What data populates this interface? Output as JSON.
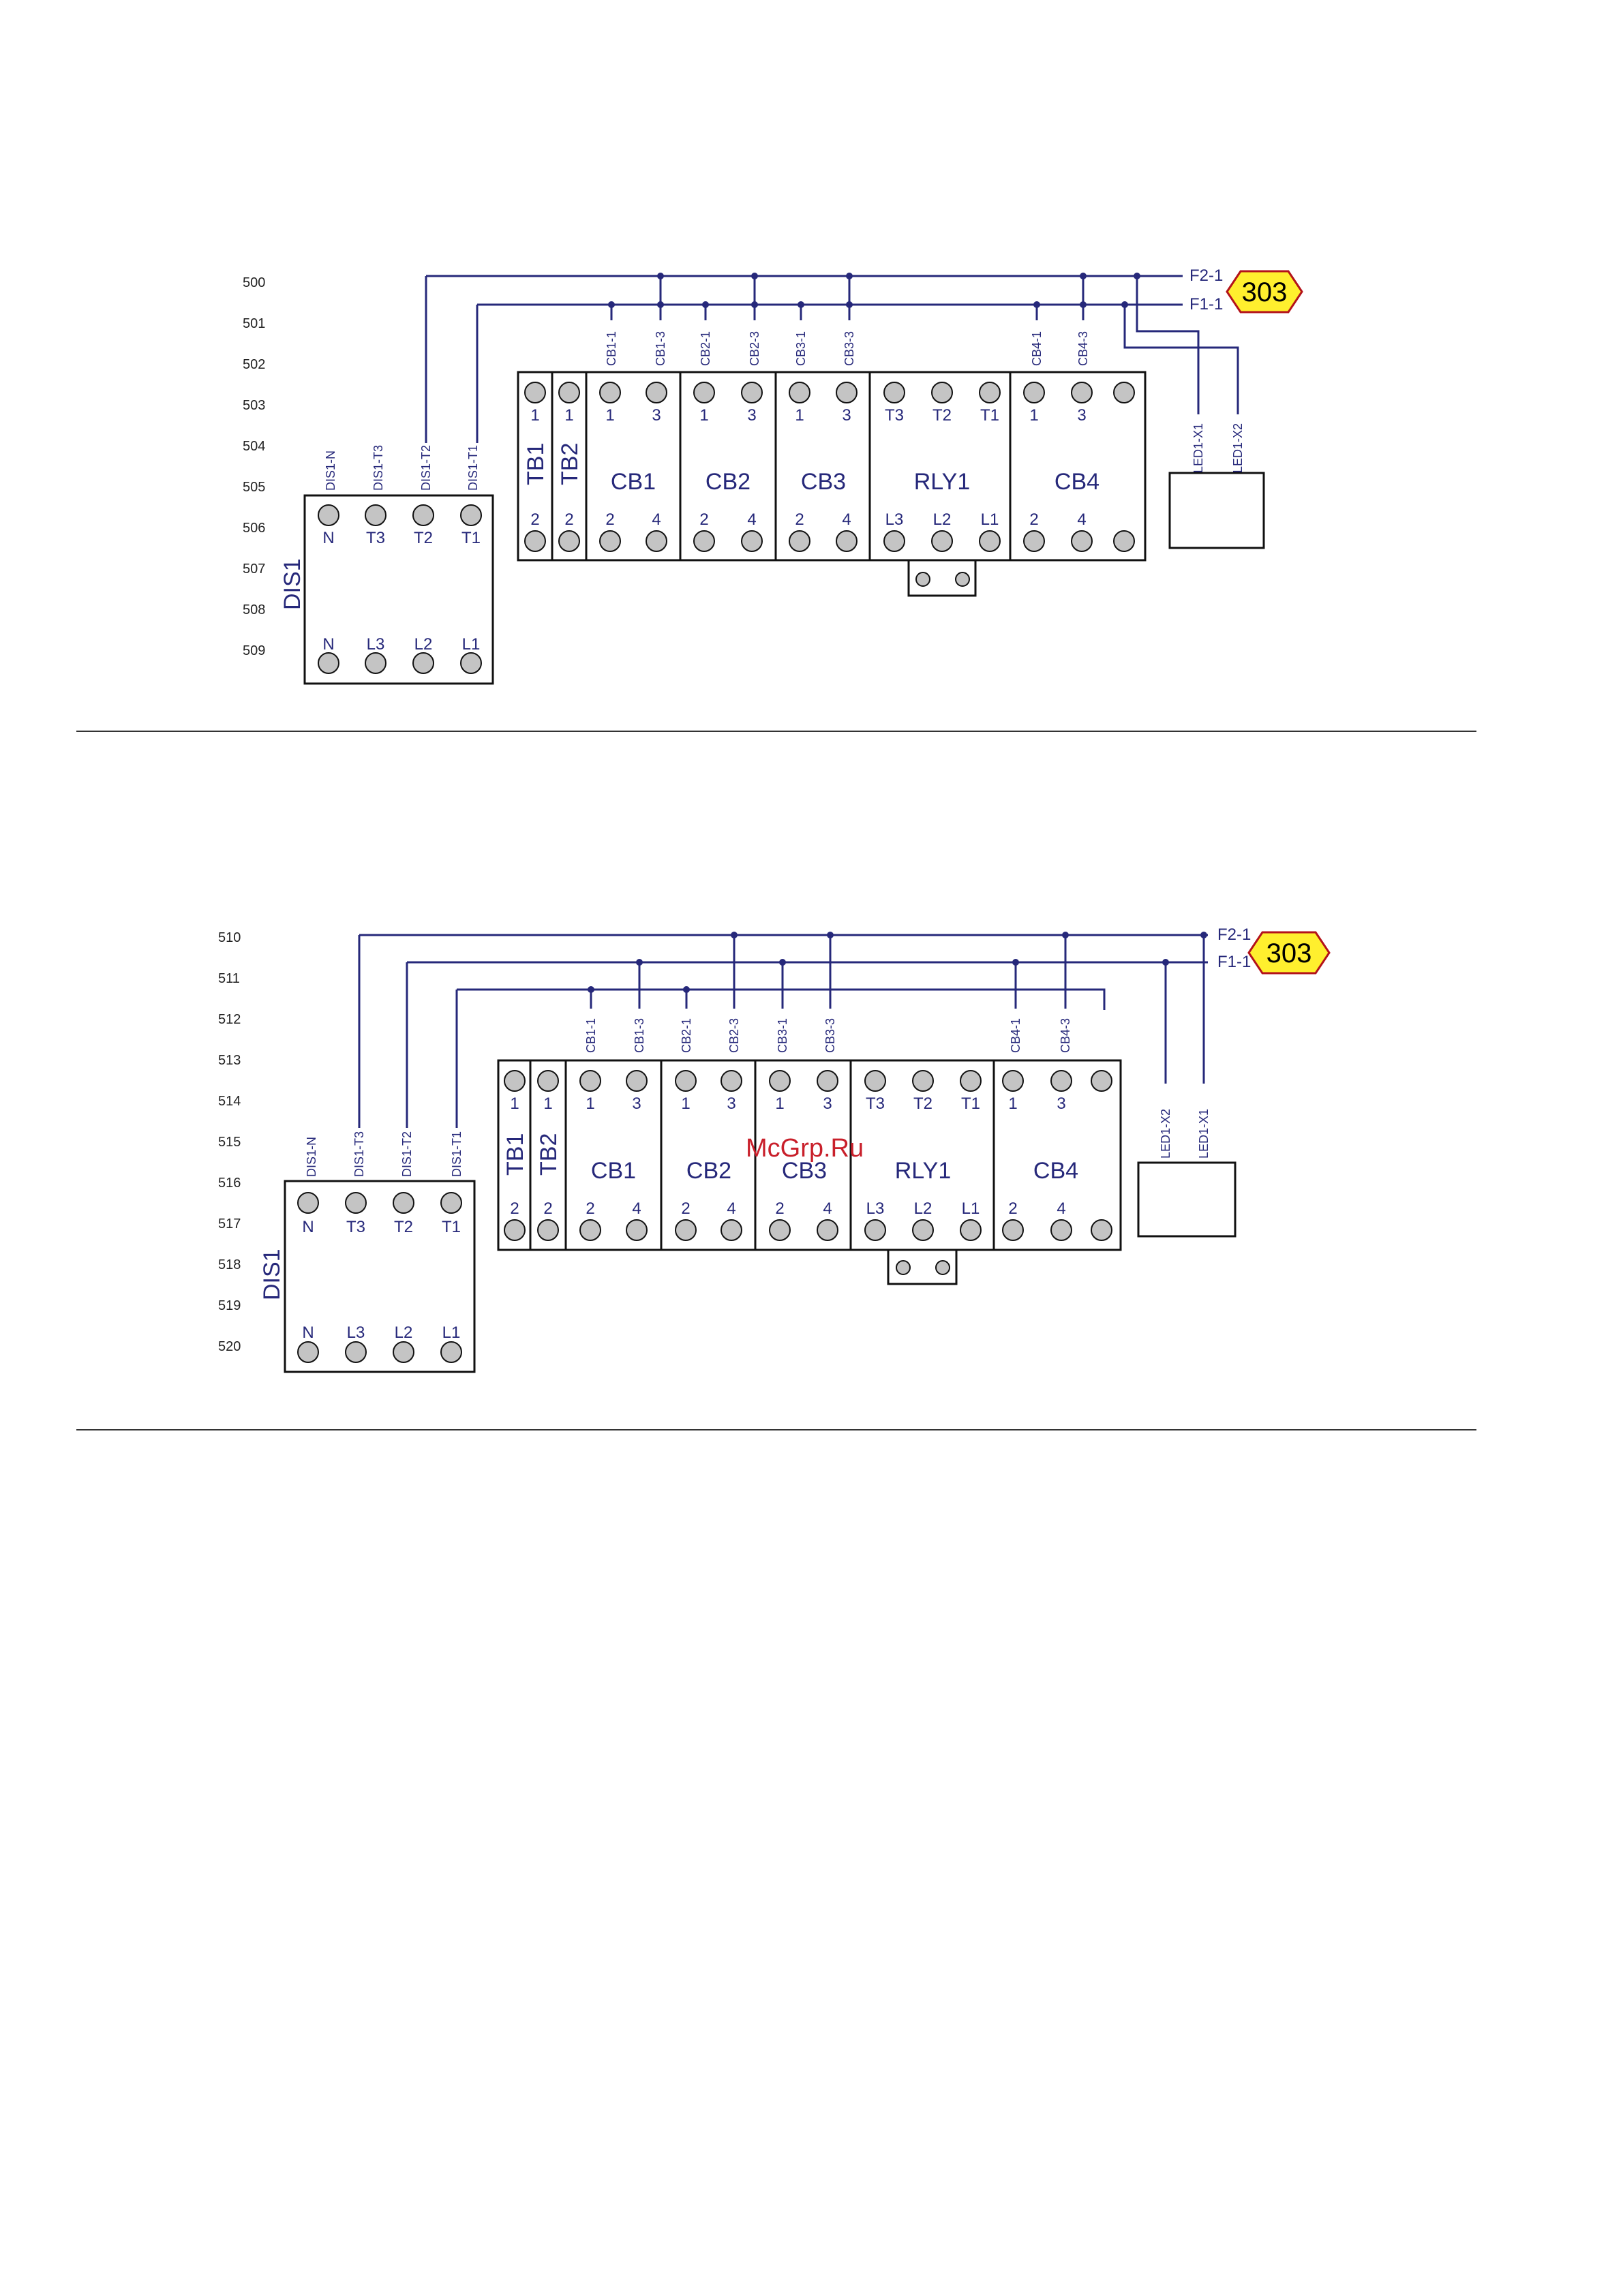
{
  "watermark": "McGrp.Ru",
  "diagrams": [
    {
      "id": "top",
      "row_numbers": [
        "500",
        "501",
        "502",
        "503",
        "504",
        "505",
        "506",
        "507",
        "508",
        "509"
      ],
      "bus_labels": [
        "F2-1",
        "F1-1"
      ],
      "reference_tag": "303",
      "disconnector": {
        "name": "DIS1",
        "top_terminals": [
          "N",
          "T3",
          "T2",
          "T1"
        ],
        "bottom_terminals": [
          "N",
          "L3",
          "L2",
          "L1"
        ],
        "wire_labels": [
          "DIS1-N",
          "DIS1-T3",
          "DIS1-T2",
          "DIS1-T1"
        ]
      },
      "modules": [
        {
          "name": "TB1",
          "top": [
            "1"
          ],
          "bottom": [
            "2"
          ]
        },
        {
          "name": "TB2",
          "top": [
            "1"
          ],
          "bottom": [
            "2"
          ]
        },
        {
          "name": "CB1",
          "top": [
            "1",
            "3"
          ],
          "bottom": [
            "2",
            "4"
          ]
        },
        {
          "name": "CB2",
          "top": [
            "1",
            "3"
          ],
          "bottom": [
            "2",
            "4"
          ]
        },
        {
          "name": "CB3",
          "top": [
            "1",
            "3"
          ],
          "bottom": [
            "2",
            "4"
          ]
        },
        {
          "name": "RLY1",
          "top": [
            "T3",
            "T2",
            "T1"
          ],
          "bottom": [
            "L3",
            "L2",
            "L1"
          ]
        },
        {
          "name": "CB4",
          "top": [
            "1",
            "3",
            ""
          ],
          "bottom": [
            "2",
            "4",
            ""
          ]
        }
      ],
      "wire_labels": [
        "CB1-1",
        "CB1-3",
        "CB2-1",
        "CB2-3",
        "CB3-1",
        "CB3-3",
        "CB4-1",
        "CB4-3"
      ],
      "led_labels": [
        "LED1-X1",
        "LED1-X2"
      ]
    },
    {
      "id": "bottom",
      "row_numbers": [
        "510",
        "511",
        "512",
        "513",
        "514",
        "515",
        "516",
        "517",
        "518",
        "519",
        "520"
      ],
      "bus_labels": [
        "F2-1",
        "F1-1"
      ],
      "reference_tag": "303",
      "disconnector": {
        "name": "DIS1",
        "top_terminals": [
          "N",
          "T3",
          "T2",
          "T1"
        ],
        "bottom_terminals": [
          "N",
          "L3",
          "L2",
          "L1"
        ],
        "wire_labels": [
          "DIS1-N",
          "DIS1-T3",
          "DIS1-T2",
          "DIS1-T1"
        ]
      },
      "modules": [
        {
          "name": "TB1",
          "top": [
            "1"
          ],
          "bottom": [
            "2"
          ]
        },
        {
          "name": "TB2",
          "top": [
            "1"
          ],
          "bottom": [
            "2"
          ]
        },
        {
          "name": "CB1",
          "top": [
            "1",
            "3"
          ],
          "bottom": [
            "2",
            "4"
          ]
        },
        {
          "name": "CB2",
          "top": [
            "1",
            "3"
          ],
          "bottom": [
            "2",
            "4"
          ]
        },
        {
          "name": "CB3",
          "top": [
            "1",
            "3"
          ],
          "bottom": [
            "2",
            "4"
          ]
        },
        {
          "name": "RLY1",
          "top": [
            "T3",
            "T2",
            "T1"
          ],
          "bottom": [
            "L3",
            "L2",
            "L1"
          ]
        },
        {
          "name": "CB4",
          "top": [
            "1",
            "3",
            ""
          ],
          "bottom": [
            "2",
            "4",
            ""
          ]
        }
      ],
      "wire_labels": [
        "CB1-1",
        "CB1-3",
        "CB2-1",
        "CB2-3",
        "CB3-1",
        "CB3-3",
        "CB4-1",
        "CB4-3"
      ],
      "led_labels": [
        "LED1-X2",
        "LED1-X1"
      ]
    }
  ]
}
